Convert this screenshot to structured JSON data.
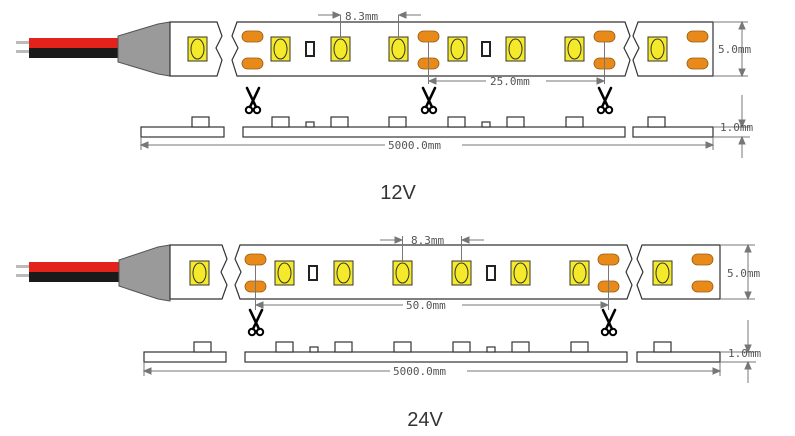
{
  "diagrams": [
    {
      "voltage_label": "12V",
      "led_pitch": "8.3mm",
      "cut_interval": "25.0mm",
      "strip_width": "5.0mm",
      "strip_thickness": "1.0mm",
      "strip_length": "5000.0mm"
    },
    {
      "voltage_label": "24V",
      "led_pitch": "8.3mm",
      "cut_interval": "50.0mm",
      "strip_width": "5.0mm",
      "strip_thickness": "1.0mm",
      "strip_length": "5000.0mm"
    }
  ],
  "colors": {
    "led": "#f4ea2a",
    "pad": "#e88a1a",
    "wire_red": "#e3231b",
    "wire_black": "#1a1a1a",
    "outline": "#333333",
    "dimension": "#777777"
  }
}
